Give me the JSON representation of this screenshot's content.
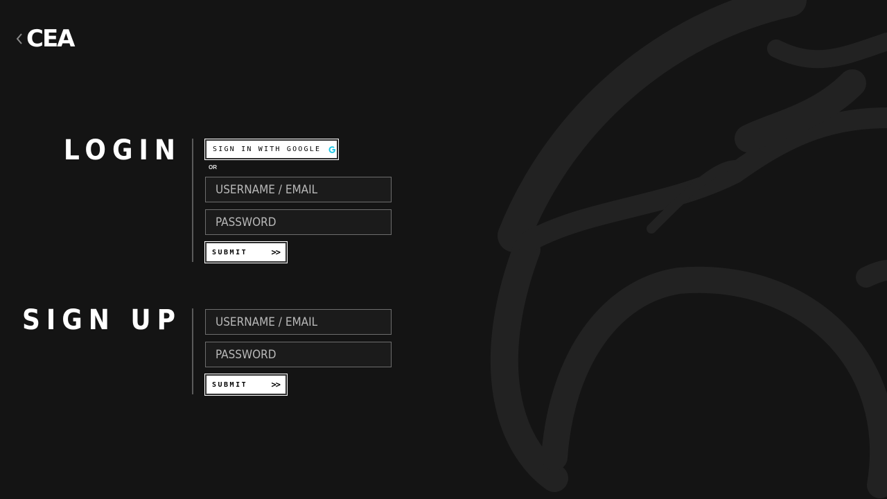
{
  "nav": {
    "back_icon": "chevron-left-icon"
  },
  "logo": {
    "text": "CEA"
  },
  "colors": {
    "background": "#141414",
    "background_art": "#222222",
    "google_accent": "#1ec8e6",
    "button_bg": "#ffffff",
    "field_border": "#6e6e6e"
  },
  "login": {
    "title": "LOGIN",
    "google_label": "SIGN IN WITH GOOGLE",
    "google_icon": "google-icon",
    "or_label": "OR",
    "username_placeholder": "USERNAME / EMAIL",
    "password_placeholder": "PASSWORD",
    "submit_label": "SUBMIT",
    "submit_arrows": ">>"
  },
  "signup": {
    "title": "SIGN UP",
    "username_placeholder": "USERNAME / EMAIL",
    "password_placeholder": "PASSWORD",
    "submit_label": "SUBMIT",
    "submit_arrows": ">>"
  }
}
